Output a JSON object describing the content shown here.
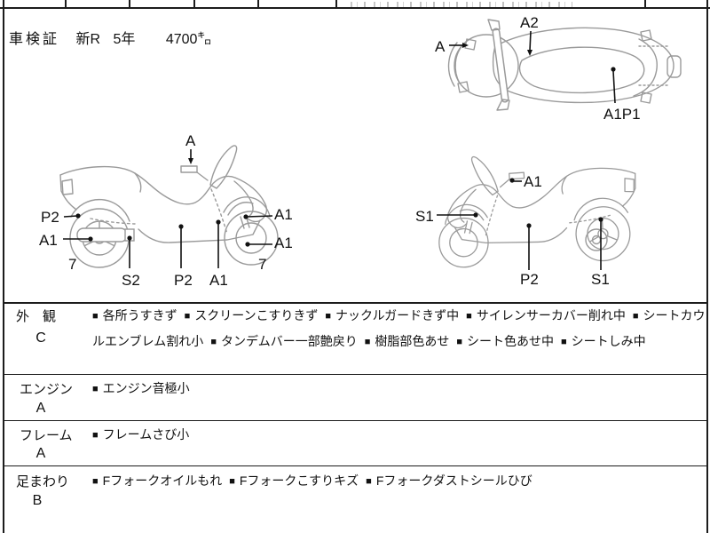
{
  "ui": {
    "bullet": "■"
  },
  "header": {
    "title": "車検証",
    "registration": "新R",
    "years": "5年",
    "mileage": "4700㌔"
  },
  "diagrams": {
    "top_view": {
      "a": "A",
      "a2": "A2",
      "a1p1": "A1P1"
    },
    "left_view": {
      "a": "A",
      "p2_rear": "P2",
      "a1_muffler": "A1",
      "seven_rear": "7",
      "s2": "S2",
      "p2_body": "P2",
      "a1_lower": "A1",
      "a1_fender": "A1",
      "a1_wheel": "A1",
      "seven_front": "7"
    },
    "right_view": {
      "a1": "A1",
      "s1_front": "S1",
      "p2": "P2",
      "s1_rear": "S1"
    }
  },
  "sections": [
    {
      "name": "外　観",
      "grade": "C",
      "items": [
        "各所うすきず",
        "スクリーンこすりきず",
        "ナックルガードきず中",
        "サイレンサーカバー削れ中",
        "シートカウルエンブレム割れ小",
        "タンデムバー一部艶戻り",
        "樹脂部色あせ",
        "シート色あせ中",
        "シートしみ中"
      ]
    },
    {
      "name": "エンジン",
      "grade": "A",
      "items": [
        "エンジン音極小"
      ]
    },
    {
      "name": "フレーム",
      "grade": "A",
      "items": [
        "フレームさび小"
      ]
    },
    {
      "name": "足まわり",
      "grade": "B",
      "items": [
        "Fフォークオイルもれ",
        "Fフォークこすりキズ",
        "Fフォークダストシールひび"
      ]
    }
  ]
}
